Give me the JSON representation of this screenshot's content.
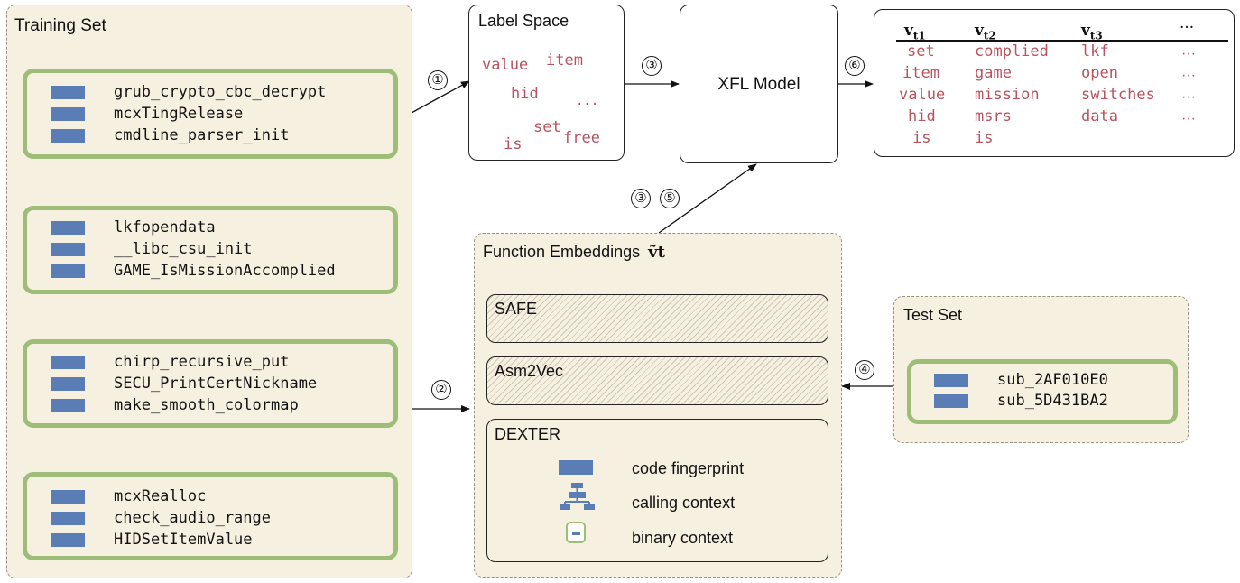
{
  "training_set": {
    "title": "Training Set",
    "groups": [
      [
        "grub_crypto_cbc_decrypt",
        "mcxTingRelease",
        "cmdline_parser_init"
      ],
      [
        "lkfopendata",
        "__libc_csu_init",
        "GAME_IsMissionAccomplied"
      ],
      [
        "chirp_recursive_put",
        "SECU_PrintCertNickname",
        "make_smooth_colormap"
      ],
      [
        "mcxRealloc",
        "check_audio_range",
        "HIDSetItemValue"
      ]
    ]
  },
  "label_space": {
    "title": "Label Space",
    "words": [
      "value",
      "item",
      "hid",
      "...",
      "set",
      "free",
      "is"
    ]
  },
  "xfl_model": {
    "title": "XFL Model"
  },
  "output_table": {
    "headers": [
      "v",
      "v",
      "v",
      "···"
    ],
    "header_subs": [
      "t1",
      "t2",
      "t3",
      ""
    ],
    "columns": [
      [
        "set",
        "item",
        "value",
        "hid",
        "is"
      ],
      [
        "complied",
        "game",
        "mission",
        "msrs",
        "is"
      ],
      [
        "lkf",
        "open",
        "switches",
        "data"
      ],
      [
        "···",
        "···",
        "···",
        "···"
      ]
    ]
  },
  "function_embeddings": {
    "title": "Function Embeddings",
    "symbol": "ṽt",
    "safe_label": "SAFE",
    "asm2vec_label": "Asm2Vec",
    "dexter_label": "DEXTER",
    "dexter_items": [
      "code fingerprint",
      "calling context",
      "binary context"
    ]
  },
  "test_set": {
    "title": "Test Set",
    "items": [
      "sub_2AF010E0",
      "sub_5D431BA2"
    ]
  },
  "steps": {
    "s1": "①",
    "s2": "②",
    "s3": "③",
    "s35a": "③",
    "s35b": "⑤",
    "s4": "④",
    "s6": "⑥"
  },
  "colors": {
    "panel_fill": "#f6f0e0",
    "group_border": "#9dbd78",
    "bar_blue": "#5b7db5",
    "label_red": "#b8535f"
  }
}
